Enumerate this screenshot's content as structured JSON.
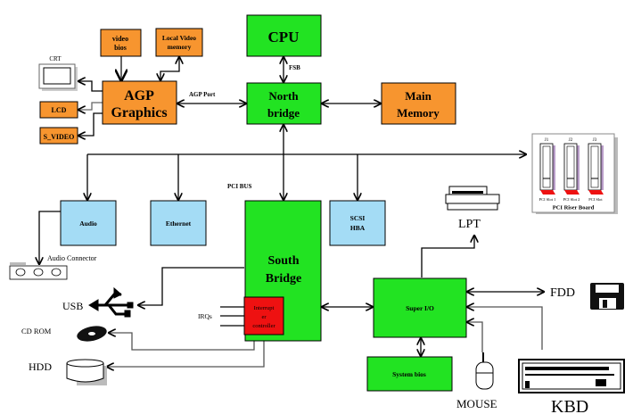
{
  "colors": {
    "orange": "#f7952f",
    "green": "#22e322",
    "blue": "#a4dcf5",
    "red": "#ee1111"
  },
  "blocks": {
    "video_bios": [
      "video",
      "bios"
    ],
    "local_video_memory": [
      "Local Video",
      "memory"
    ],
    "agp_graphics": [
      "AGP",
      "Graphics"
    ],
    "lcd": "LCD",
    "s_video": "S_VIDEO",
    "crt": "CRT",
    "cpu": "CPU",
    "north_bridge": [
      "North",
      "bridge"
    ],
    "main_memory": [
      "Main",
      "Memory"
    ],
    "audio": "Audio",
    "ethernet": "Ethernet",
    "south_bridge": [
      "South",
      "Bridge"
    ],
    "scsi_hba": [
      "SCSI",
      "HBA"
    ],
    "interrupt_controller": [
      "Interrupt",
      "er",
      "controller"
    ],
    "super_io": "Super I/O",
    "system_bios": "System bios"
  },
  "labels": {
    "agp_port": "AGP Port",
    "fsb": "FSB",
    "pci_bus": "PCI BUS",
    "audio_connector": "Audio Connector",
    "usb": "USB",
    "irqs": "IRQs",
    "cd_rom": "CD ROM",
    "hdd": "HDD",
    "lpt": "LPT",
    "fdd": "FDD",
    "mouse": "MOUSE",
    "kbd": "KBD"
  },
  "riser": {
    "title": "PCI Riser Board",
    "slots": [
      "J1",
      "J2",
      "J3"
    ],
    "slot_labels": [
      "PCI Slot 1",
      "PCI Slot 2",
      "PCI Slot"
    ]
  }
}
